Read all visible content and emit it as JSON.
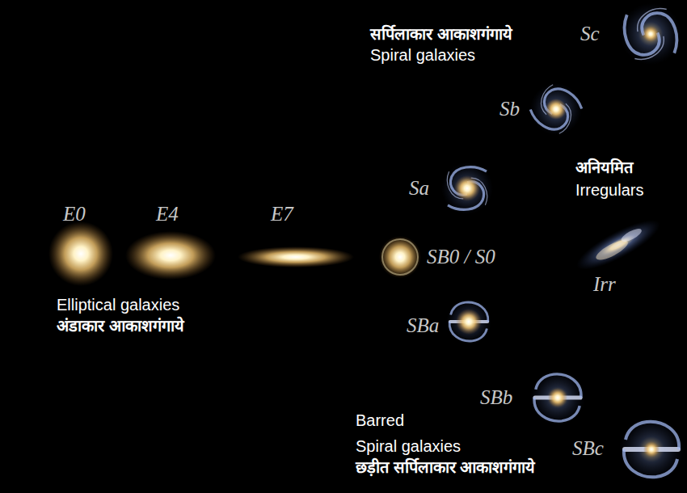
{
  "diagram": {
    "labels": [
      "सर्पिलाकार आकाशगंगाये",
      "Spiral galaxies",
      "Sc",
      "Sb",
      "अनियमित",
      "Irregulars",
      "E0",
      "E4",
      "E7",
      "Sa",
      "SB0 / S0",
      "Irr",
      "Elliptical galaxies",
      "अंडाकार आकाशगंगाये",
      "SBa",
      "SBb",
      "Barred",
      "Spiral galaxies",
      "SBc",
      "छड़ीत सर्पिलाकार आकाशगंगाये"
    ]
  }
}
